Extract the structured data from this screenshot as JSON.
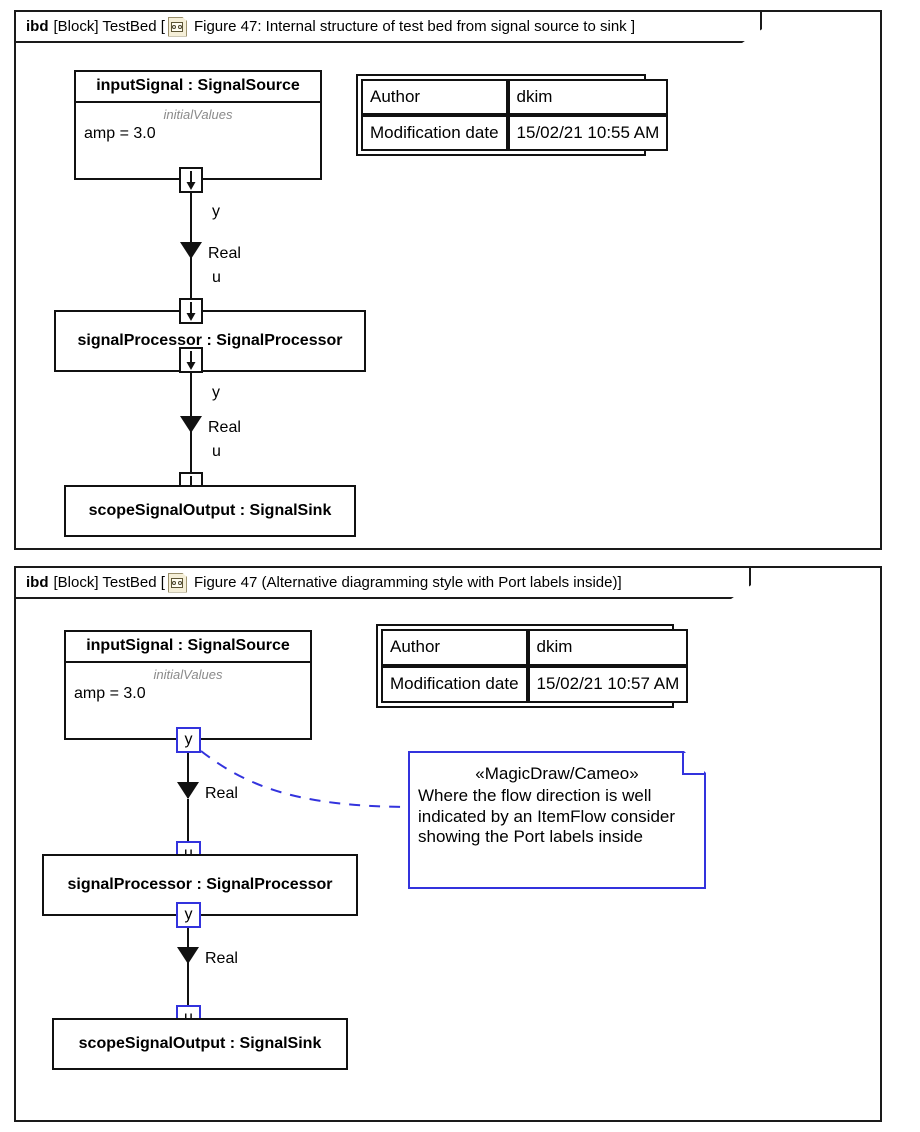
{
  "diagrams": [
    {
      "id": "diagram-1",
      "header": {
        "kind": "ibd",
        "qualifier": "[Block] TestBed [",
        "icon": "diagram-icon",
        "title": "Figure 47: Internal structure of test bed from signal source to sink ]"
      },
      "metadata": {
        "rows": [
          {
            "key": "Author",
            "value": "dkim"
          },
          {
            "key": "Modification date",
            "value": "15/02/21 10:55 AM"
          }
        ]
      },
      "parts": [
        {
          "name": "inputSignal : SignalSource",
          "compartment_title": "initialValues",
          "compartment_rows": [
            "amp = 3.0"
          ]
        },
        {
          "name": "signalProcessor : SignalProcessor"
        },
        {
          "name": "scopeSignalOutput : SignalSink"
        }
      ],
      "ports": [
        {
          "label": "y",
          "style": "arrow"
        },
        {
          "label": "u",
          "style": "arrow"
        },
        {
          "label": "y",
          "style": "arrow"
        },
        {
          "label": "u",
          "style": "arrow"
        }
      ],
      "connectors": [
        {
          "source_port": "y",
          "target_port": "u",
          "item_flow": "Real"
        },
        {
          "source_port": "y",
          "target_port": "u",
          "item_flow": "Real"
        }
      ]
    },
    {
      "id": "diagram-2",
      "header": {
        "kind": "ibd",
        "qualifier": "[Block] TestBed [",
        "icon": "diagram-icon",
        "title": "Figure 47 (Alternative diagramming style with Port labels inside)]"
      },
      "metadata": {
        "rows": [
          {
            "key": "Author",
            "value": "dkim"
          },
          {
            "key": "Modification date",
            "value": "15/02/21 10:57 AM"
          }
        ]
      },
      "parts": [
        {
          "name": "inputSignal : SignalSource",
          "compartment_title": "initialValues",
          "compartment_rows": [
            "amp = 3.0"
          ]
        },
        {
          "name": "signalProcessor : SignalProcessor"
        },
        {
          "name": "scopeSignalOutput : SignalSink"
        }
      ],
      "ports": [
        {
          "label": "y",
          "style": "label-inside"
        },
        {
          "label": "u",
          "style": "label-inside"
        },
        {
          "label": "y",
          "style": "label-inside"
        },
        {
          "label": "u",
          "style": "label-inside"
        }
      ],
      "connectors": [
        {
          "source_port": "y",
          "target_port": "u",
          "item_flow": "Real"
        },
        {
          "source_port": "y",
          "target_port": "u",
          "item_flow": "Real"
        }
      ],
      "note": {
        "stereotype": "«MagicDraw/Cameo»",
        "lines": [
          "Where the flow direction is well",
          "indicated by an ItemFlow consider",
          "showing the Port labels inside"
        ]
      }
    }
  ],
  "colors": {
    "frame_border": "#1a1a1a",
    "part_border": "#111111",
    "port_label_border": "#3333dd",
    "note_border": "#3333dd",
    "compartment_title": "#8a8a8a",
    "icon_fill": "#f5efd8"
  }
}
